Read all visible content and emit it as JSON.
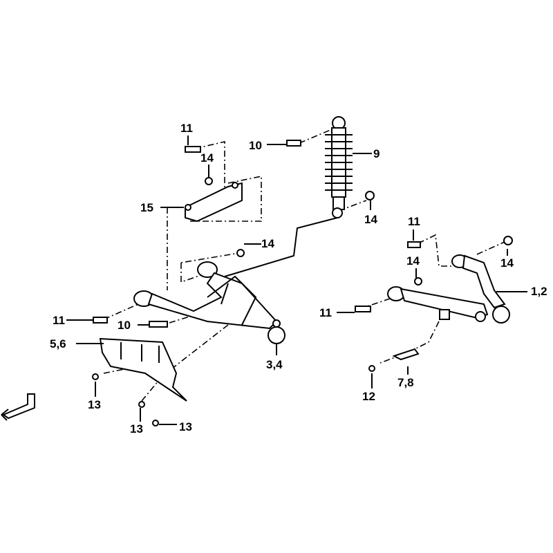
{
  "diagram": {
    "callouts": [
      {
        "id": "c11a",
        "text": "11"
      },
      {
        "id": "c14a",
        "text": "14"
      },
      {
        "id": "c15",
        "text": "15"
      },
      {
        "id": "c10a",
        "text": "10"
      },
      {
        "id": "c9",
        "text": "9"
      },
      {
        "id": "c14b",
        "text": "14"
      },
      {
        "id": "c14c",
        "text": "14"
      },
      {
        "id": "c11b",
        "text": "11"
      },
      {
        "id": "c14d",
        "text": "14"
      },
      {
        "id": "c14e",
        "text": "14"
      },
      {
        "id": "c12a",
        "text": "1,2"
      },
      {
        "id": "c11c",
        "text": "11"
      },
      {
        "id": "c10b",
        "text": "10"
      },
      {
        "id": "c11d",
        "text": "11"
      },
      {
        "id": "c56",
        "text": "5,6"
      },
      {
        "id": "c34",
        "text": "3,4"
      },
      {
        "id": "c78",
        "text": "7,8"
      },
      {
        "id": "c12",
        "text": "12"
      },
      {
        "id": "c13a",
        "text": "13"
      },
      {
        "id": "c13b",
        "text": "13"
      },
      {
        "id": "c13c",
        "text": "13"
      }
    ],
    "front_indicator": "F"
  }
}
